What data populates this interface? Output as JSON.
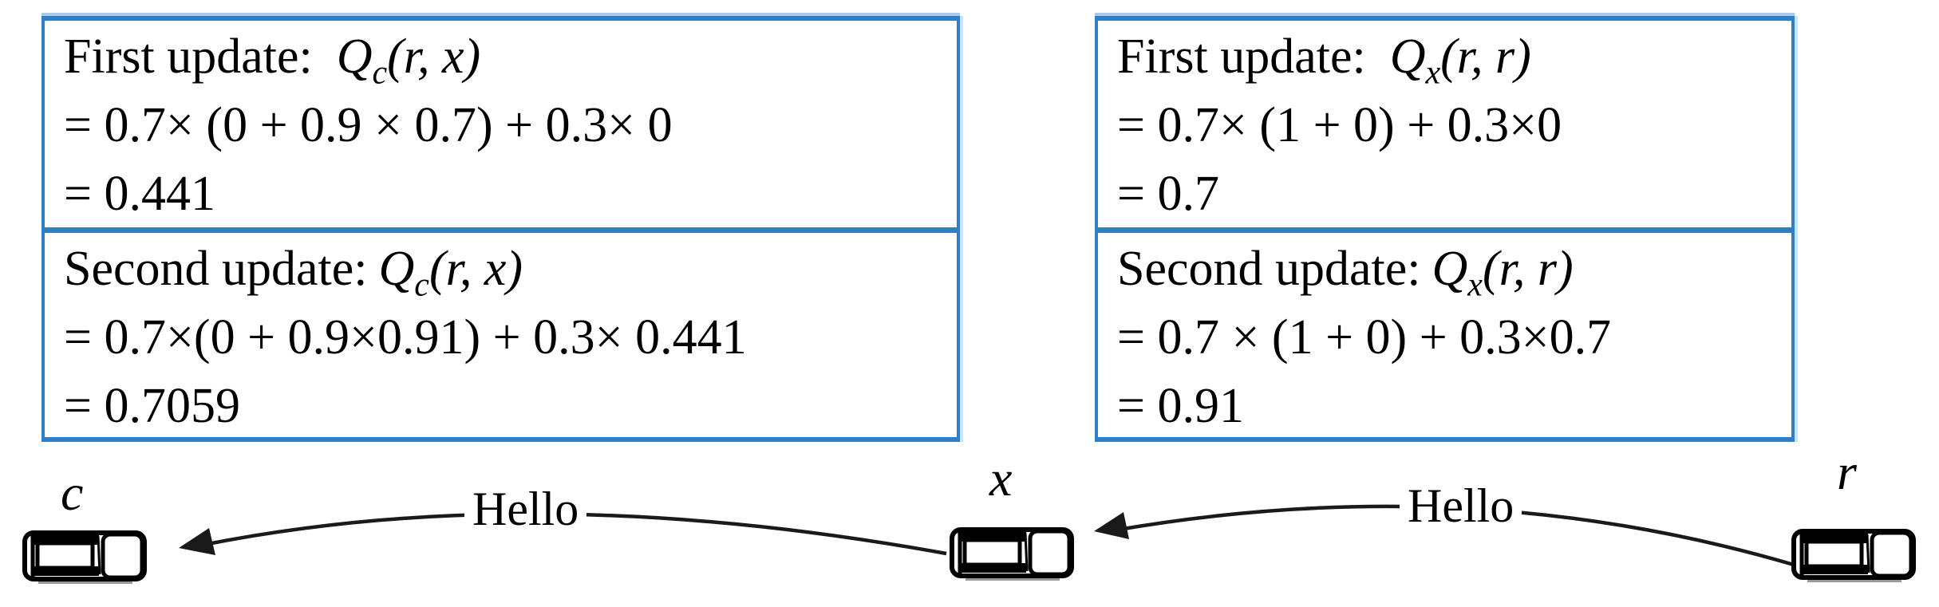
{
  "colors": {
    "box_border": "#2e7fc9",
    "box_border_light": "#a9cbe8",
    "arrow": "#1a1a1a",
    "text": "#000000",
    "background": "#ffffff"
  },
  "boxes": [
    {
      "name": "q-c-updates",
      "cells": [
        {
          "title": "First update:",
          "q": "Q",
          "q_sub": "c",
          "q_args": "(r, x)",
          "eq": "= 0.7× (0 + 0.9 × 0.7) + 0.3× 0",
          "result": "= 0.441"
        },
        {
          "title": "Second update:",
          "q": "Q",
          "q_sub": "c",
          "q_args": "(r, x)",
          "eq": "= 0.7×(0 + 0.9×0.91) + 0.3× 0.441",
          "result": "= 0.7059"
        }
      ]
    },
    {
      "name": "q-x-updates",
      "cells": [
        {
          "title": "First update:",
          "q": "Q",
          "q_sub": "x",
          "q_args": "(r, r)",
          "eq": "= 0.7× (1 + 0) + 0.3×0",
          "result": "= 0.7"
        },
        {
          "title": "Second update:",
          "q": "Q",
          "q_sub": "x",
          "q_args": "(r, r)",
          "eq": "= 0.7 × (1 + 0) + 0.3×0.7",
          "result": "= 0.91"
        }
      ]
    }
  ],
  "vehicles": [
    {
      "label": "c"
    },
    {
      "label": "x"
    },
    {
      "label": "r"
    }
  ],
  "messages": [
    {
      "label": "Hello"
    },
    {
      "label": "Hello"
    }
  ]
}
